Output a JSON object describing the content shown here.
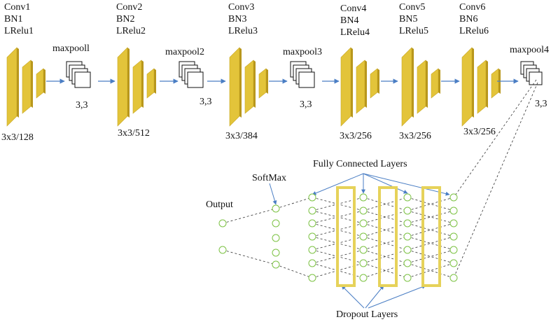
{
  "conv_blocks": [
    {
      "lines": [
        "Conv1",
        "BN1",
        "LRelu1"
      ],
      "filters": "3x3/128"
    },
    {
      "lines": [
        "Conv2",
        "BN2",
        "LRelu2"
      ],
      "filters": "3x3/512"
    },
    {
      "lines": [
        "Conv3",
        "BN3",
        "LRelu3"
      ],
      "filters": "3x3/384"
    },
    {
      "lines": [
        "Conv4",
        "BN4",
        "LRelu4"
      ],
      "filters": "3x3/256"
    },
    {
      "lines": [
        "Conv5",
        "BN5",
        "LRelu5"
      ],
      "filters": "3x3/256"
    },
    {
      "lines": [
        "Conv6",
        "BN6",
        "LRelu6"
      ],
      "filters": "3x3/256"
    }
  ],
  "pool_blocks": [
    {
      "name": "maxpooll",
      "size": "3,3"
    },
    {
      "name": "maxpool2",
      "size": "3,3"
    },
    {
      "name": "maxpool3",
      "size": "3,3"
    },
    {
      "name": "maxpool4",
      "size": "3,3"
    }
  ],
  "dense": {
    "fully_connected_label": "Fully Connected Layers",
    "softmax_label": "SoftMax",
    "output_label": "Output",
    "dropout_label": "Dropout Layers"
  },
  "colors": {
    "conv_fill": "#e3c43a",
    "conv_top": "#f2dc74",
    "conv_side": "#b8971c",
    "dropout_bar": "#e6d25a",
    "neuron": "#7cc243",
    "arrow": "#4a7ec4",
    "line": "#333333"
  }
}
